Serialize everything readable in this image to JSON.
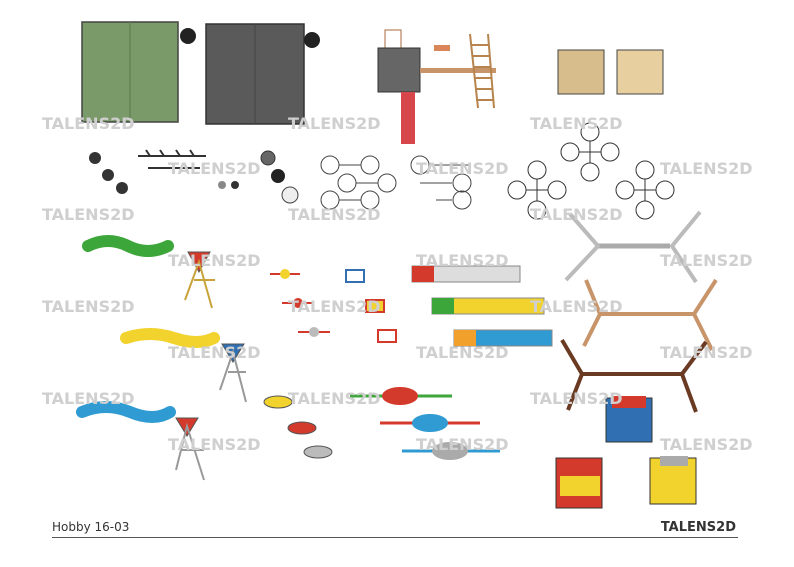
{
  "sheet": {
    "code": "Hobby 16-03",
    "brand": "TALENS2D",
    "watermark": "TALENS2D"
  },
  "colors": {
    "mat_green": "#7a9a6a",
    "mat_grey": "#5a5a5a",
    "sand": "#d8bd8c",
    "green_slide": "#3ca63a",
    "yellow_slide": "#f2d22c",
    "blue_slide": "#2f9bd2",
    "red": "#d33a2c",
    "wood": "#c8946a",
    "dark_wood": "#6a3a22"
  }
}
